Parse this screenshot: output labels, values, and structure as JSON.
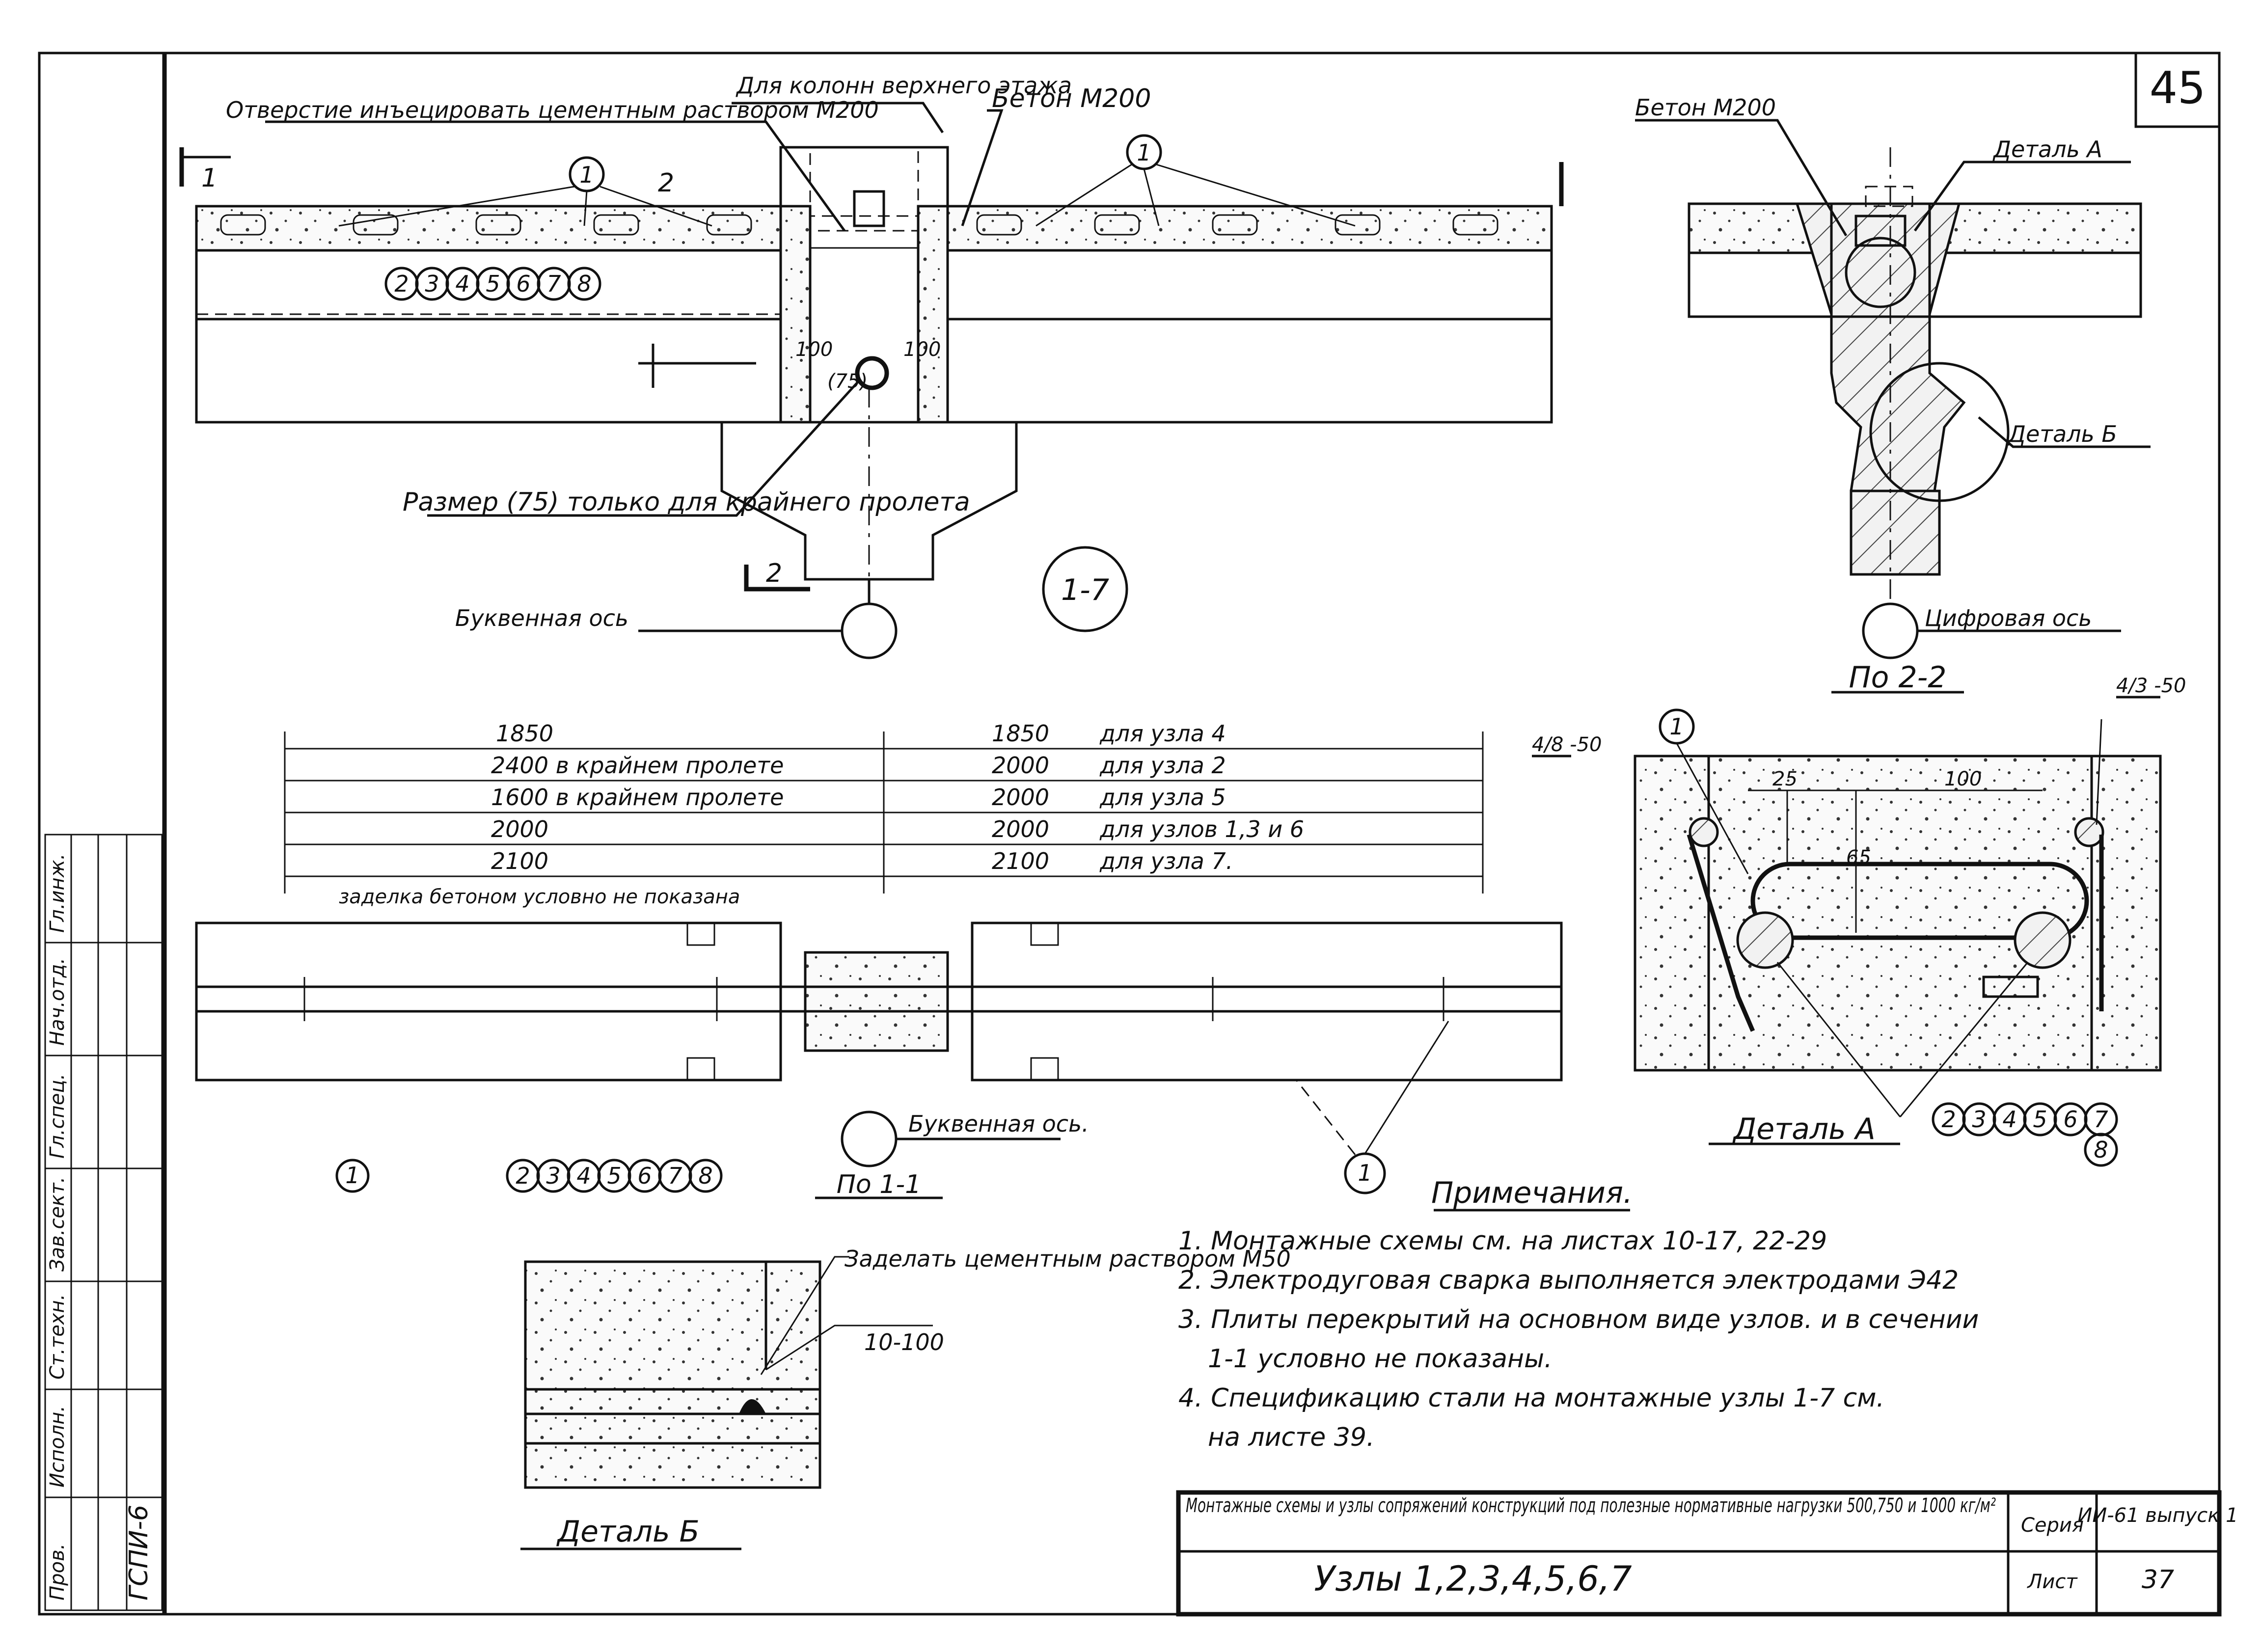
{
  "sheet_number": "45",
  "title_block": {
    "description": "Монтажные схемы и узлы сопряжений конструкций под полезные нормативные нагрузки 500,750 и 1000 кг/м²",
    "series_label": "Серия",
    "series_value": "ИИ-61 выпуск 1",
    "sheet_label": "Лист",
    "sheet_value": "37",
    "name": "Узлы 1,2,3,4,5,6,7"
  },
  "side_stamp": {
    "organization": "ГСПИ-6",
    "cells": [
      "Гл.инж.",
      "Нач.отд.",
      "Гл.спец.",
      "Зав.сект.",
      "Ст.техн.",
      "Исполн.",
      "Пров."
    ]
  },
  "main_section": {
    "callout_grout": "Отверстие инъецировать цементным раствором М200",
    "callout_column": "Для колонн верхнего этажа",
    "callout_concrete": "Бетон М200",
    "callout_size": "Размер (75) только для крайнего пролета",
    "axis_letter": "Буквенная ось",
    "node_range": "1-7",
    "node_numbers": [
      "2",
      "3",
      "4",
      "5",
      "6",
      "7",
      "8"
    ],
    "bar_mark": "1",
    "section_11": "1",
    "section_22": "2",
    "dim_100a": "100",
    "dim_100b": "100",
    "dim_75": "(75)"
  },
  "section_22_view": {
    "concrete": "Бетон М200",
    "detail_a": "Деталь А",
    "detail_b": "Деталь Б",
    "axis_digit": "Цифровая ось",
    "title": "По 2-2"
  },
  "plan_view": {
    "rows_left": [
      "1850",
      "2400 в крайнем пролете",
      "1600 в крайнем пролете",
      "2000",
      "2100"
    ],
    "rows_mid": [
      "1850",
      "2000",
      "2000",
      "2000",
      "2100"
    ],
    "rows_right": [
      "для узла 4",
      "для узла 2",
      "для узла 5",
      "для узлов 1,3 и 6",
      "для узла 7."
    ],
    "note": "заделка бетоном условно не показана",
    "axis_letter": "Буквенная ось.",
    "bar_mark": "1",
    "node_numbers": [
      "2",
      "3",
      "4",
      "5",
      "6",
      "7",
      "8"
    ]
  },
  "section_11_view": {
    "title": "По 1-1",
    "grout": "Заделать цементным раствором М50",
    "dim": "10-100",
    "label": "Деталь Б"
  },
  "detail_a_view": {
    "title": "Деталь А",
    "weld_left": "4/8 -50",
    "weld_right": "4/3 -50",
    "dim_25": "25",
    "dim_100": "100",
    "dim_65": "65",
    "bar_mark": "1",
    "node_numbers": [
      "2",
      "3",
      "4",
      "5",
      "6",
      "7",
      "8"
    ]
  },
  "notes": {
    "title": "Примечания.",
    "items": [
      "1. Монтажные схемы см. на листах 10-17, 22-29",
      "2. Электродуговая сварка выполняется электродами Э42",
      "3. Плиты перекрытий на основном виде узлов. и в сечении",
      "1-1 условно не показаны.",
      "4. Спецификацию стали на монтажные узлы 1-7 см.",
      "на листе 39."
    ]
  },
  "colors": {
    "ink": "#111111",
    "paper": "#ffffff"
  }
}
